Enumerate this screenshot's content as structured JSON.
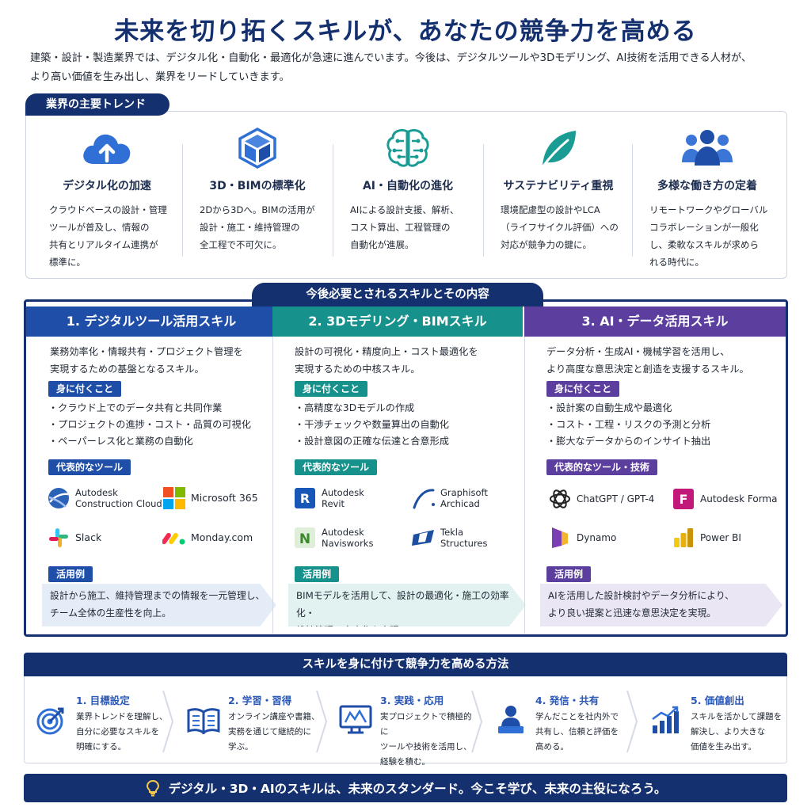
{
  "header": {
    "title": "未来を切り拓くスキルが、あなたの競争力を高める",
    "intro_line1": "建築・設計・製造業界では、デジタル化・自動化・最適化が急速に進んでいます。今後は、デジタルツールや3Dモデリング、AI技術を活用できる人材が、",
    "intro_line2": "より高い価値を生み出し、業界をリードしていきます。"
  },
  "trends": {
    "heading": "業界の主要トレンド",
    "items": [
      {
        "title": "デジタル化の加速",
        "desc": [
          "クラウドベースの設計・管理",
          "ツールが普及し、情報の",
          "共有とリアルタイム連携が",
          "標準に。"
        ],
        "icon": "cloud-upload-icon"
      },
      {
        "title": "3D・BIMの標準化",
        "desc": [
          "2Dから3Dへ。BIMの活用が",
          "設計・施工・維持管理の",
          "全工程で不可欠に。"
        ],
        "icon": "cube-icon"
      },
      {
        "title": "AI・自動化の進化",
        "desc": [
          "AIによる設計支援、解析、",
          "コスト算出、工程管理の",
          "自動化が進展。"
        ],
        "icon": "brain-icon"
      },
      {
        "title": "サステナビリティ重視",
        "desc": [
          "環境配慮型の設計やLCA",
          "（ライフサイクル評価）への",
          "対応が競争力の鍵に。"
        ],
        "icon": "leaf-icon"
      },
      {
        "title": "多様な働き方の定着",
        "desc": [
          "リモートワークやグローバル",
          "コラボレーションが一般化",
          "し、柔軟なスキルが求めら",
          "れる時代に。"
        ],
        "icon": "people-icon"
      }
    ]
  },
  "skills": {
    "banner": "今後必要とされるスキルとその内容",
    "columns": [
      {
        "heading": "1. デジタルツール活用スキル",
        "color": "#1f4ea8",
        "light": "#e4ecf8",
        "desc": [
          "業務効率化・情報共有・プロジェクト管理を",
          "実現するための基盤となるスキル。"
        ],
        "learn_label": "身に付くこと",
        "bullets": [
          "・クラウド上でのデータ共有と共同作業",
          "・プロジェクトの進捗・コスト・品質の可視化",
          "・ペーパーレス化と業務の自動化"
        ],
        "tools_label": "代表的なツール",
        "tools": [
          {
            "line1": "Autodesk",
            "line2": "Construction Cloud"
          },
          {
            "line1": "Microsoft 365",
            "line2": ""
          },
          {
            "line1": "Slack",
            "line2": ""
          },
          {
            "line1": "Monday.com",
            "line2": ""
          }
        ],
        "example_label": "活用例",
        "example": [
          "設計から施工、維持管理までの情報を一元管理し、",
          "チーム全体の生産性を向上。"
        ]
      },
      {
        "heading": "2. 3Dモデリング・BIMスキル",
        "color": "#17918c",
        "light": "#e2f2f0",
        "desc": [
          "設計の可視化・精度向上・コスト最適化を",
          "実現するための中核スキル。"
        ],
        "learn_label": "身に付くこと",
        "bullets": [
          "・高精度な3Dモデルの作成",
          "・干渉チェックや数量算出の自動化",
          "・設計意図の正確な伝達と合意形成"
        ],
        "tools_label": "代表的なツール",
        "tools": [
          {
            "line1": "Autodesk",
            "line2": "Revit"
          },
          {
            "line1": "Graphisoft",
            "line2": "Archicad"
          },
          {
            "line1": "Autodesk",
            "line2": "Navisworks"
          },
          {
            "line1": "Tekla",
            "line2": "Structures"
          }
        ],
        "example_label": "活用例",
        "example": [
          "BIMモデルを活用して、設計の最適化・施工の効率化・",
          "維持管理の高度化を実現。"
        ]
      },
      {
        "heading": "3. AI・データ活用スキル",
        "color": "#5b3e9e",
        "light": "#ebe6f4",
        "desc": [
          "データ分析・生成AI・機械学習を活用し、",
          "より高度な意思決定と創造を支援するスキル。"
        ],
        "learn_label": "身に付くこと",
        "bullets": [
          "・設計案の自動生成や最適化",
          "・コスト・工程・リスクの予測と分析",
          "・膨大なデータからのインサイト抽出"
        ],
        "tools_label": "代表的なツール・技術",
        "tools": [
          {
            "line1": "ChatGPT / GPT-4",
            "line2": ""
          },
          {
            "line1": "Autodesk Forma",
            "line2": ""
          },
          {
            "line1": "Dynamo",
            "line2": ""
          },
          {
            "line1": "Power BI",
            "line2": ""
          }
        ],
        "example_label": "活用例",
        "example": [
          "AIを活用した設計検討やデータ分析により、",
          "より良い提案と迅速な意思決定を実現。"
        ]
      }
    ]
  },
  "methods": {
    "heading": "スキルを身に付けて競争力を高める方法",
    "steps": [
      {
        "title": "1. 目標設定",
        "desc": [
          "業界トレンドを理解し、",
          "自分に必要なスキルを",
          "明確にする。"
        ],
        "icon": "target-icon"
      },
      {
        "title": "2. 学習・習得",
        "desc": [
          "オンライン講座や書籍、",
          "実務を通じて継続的に",
          "学ぶ。"
        ],
        "icon": "book-icon"
      },
      {
        "title": "3. 実践・応用",
        "desc": [
          "実プロジェクトで積極的に",
          "ツールや技術を活用し、",
          "経験を積む。"
        ],
        "icon": "monitor-icon"
      },
      {
        "title": "4. 発信・共有",
        "desc": [
          "学んだことを社内外で",
          "共有し、信頼と評価を",
          "高める。"
        ],
        "icon": "presenter-icon"
      },
      {
        "title": "5. 価値創出",
        "desc": [
          "スキルを活かして課題を",
          "解決し、より大きな",
          "価値を生み出す。"
        ],
        "icon": "growth-chart-icon"
      }
    ]
  },
  "footer": {
    "text": "デジタル・3D・AIのスキルは、未来のスタンダード。今こそ学び、未来の主役になろう。"
  }
}
